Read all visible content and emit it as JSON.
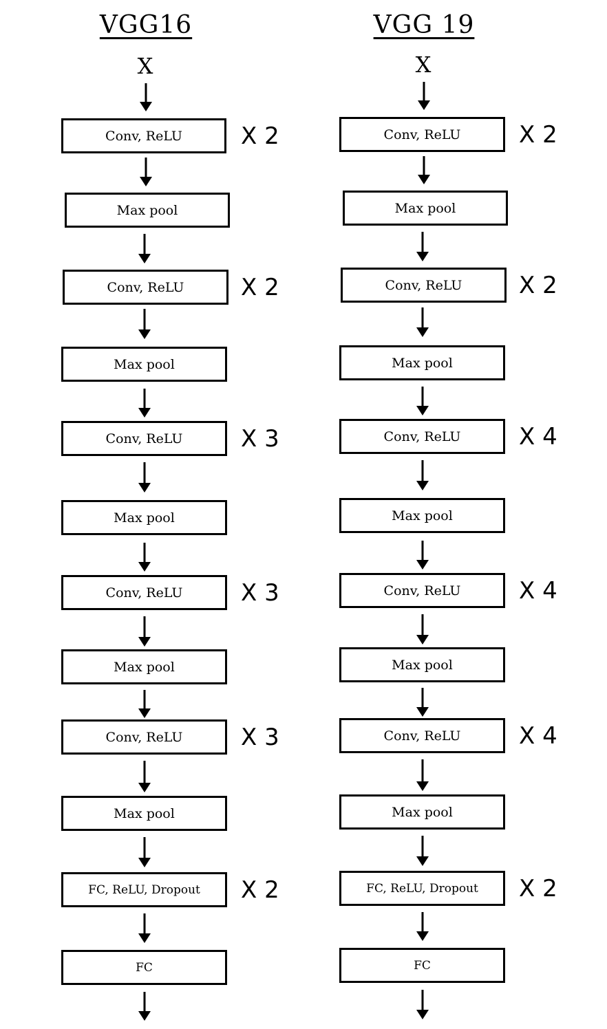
{
  "diagram": {
    "columns": [
      {
        "title": "VGG16",
        "input": "X",
        "layers": [
          {
            "label": "Conv, ReLU",
            "multiplier": "X 2"
          },
          {
            "label": "Max pool",
            "multiplier": ""
          },
          {
            "label": "Conv, ReLU",
            "multiplier": "X 2"
          },
          {
            "label": "Max pool",
            "multiplier": ""
          },
          {
            "label": "Conv, ReLU",
            "multiplier": "X 3"
          },
          {
            "label": "Max pool",
            "multiplier": ""
          },
          {
            "label": "Conv, ReLU",
            "multiplier": "X 3"
          },
          {
            "label": "Max pool",
            "multiplier": ""
          },
          {
            "label": "Conv, ReLU",
            "multiplier": "X 3"
          },
          {
            "label": "Max pool",
            "multiplier": ""
          },
          {
            "label": "FC, ReLU, Dropout",
            "multiplier": "X 2"
          },
          {
            "label": "FC",
            "multiplier": ""
          }
        ]
      },
      {
        "title": "VGG 19",
        "input": "X",
        "layers": [
          {
            "label": "Conv, ReLU",
            "multiplier": "X 2"
          },
          {
            "label": "Max pool",
            "multiplier": ""
          },
          {
            "label": "Conv, ReLU",
            "multiplier": "X 2"
          },
          {
            "label": "Max pool",
            "multiplier": ""
          },
          {
            "label": "Conv, ReLU",
            "multiplier": "X 4"
          },
          {
            "label": "Max pool",
            "multiplier": ""
          },
          {
            "label": "Conv, ReLU",
            "multiplier": "X 4"
          },
          {
            "label": "Max pool",
            "multiplier": ""
          },
          {
            "label": "Conv, ReLU",
            "multiplier": "X 4"
          },
          {
            "label": "Max pool",
            "multiplier": ""
          },
          {
            "label": "FC, ReLU, Dropout",
            "multiplier": "X 2"
          },
          {
            "label": "FC",
            "multiplier": ""
          }
        ]
      }
    ]
  }
}
